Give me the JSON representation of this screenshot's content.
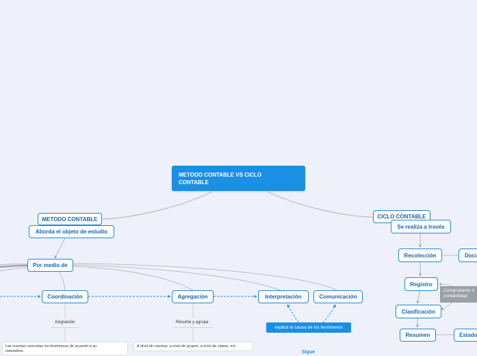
{
  "root": {
    "line1": "METODO CONTABLE VS CICLO",
    "line2": "CONTABLE"
  },
  "left": {
    "title": "METODO CONTABLE",
    "subtitle": "Aborda el objeto de estudio",
    "por_medio": "Por medio de",
    "children": [
      "Coordinación",
      "Agregación",
      "Interpretación",
      "Comunicación"
    ],
    "label_asignacion": "Asignación",
    "label_resume": "Resume y agrupa",
    "desc_1_line1": "Las cuentas concretas los fenómenos de acuerdo a su",
    "desc_1_line2": "naturaleza",
    "desc_2": "A nivel de cuentas, a nivel de grupos, a nivel de clases, ect.",
    "note_explica": "explica la causa de los fenómenos"
  },
  "right": {
    "title": "CICLO CONTABLE",
    "subtitle": "Se realiza a través",
    "steps": [
      "Recolección",
      "Registro",
      "Clasificación",
      "Resumen"
    ],
    "side_docu": "Docu",
    "side_estado": "Estado",
    "note_line1": "Comprobante d",
    "note_line2": "contabilidad"
  },
  "footer_link": "Sigue",
  "colors": {
    "background": "#eef1fa",
    "accent": "#1a8fe3",
    "border": "#1c87d8",
    "line": "#b9bcc6"
  }
}
